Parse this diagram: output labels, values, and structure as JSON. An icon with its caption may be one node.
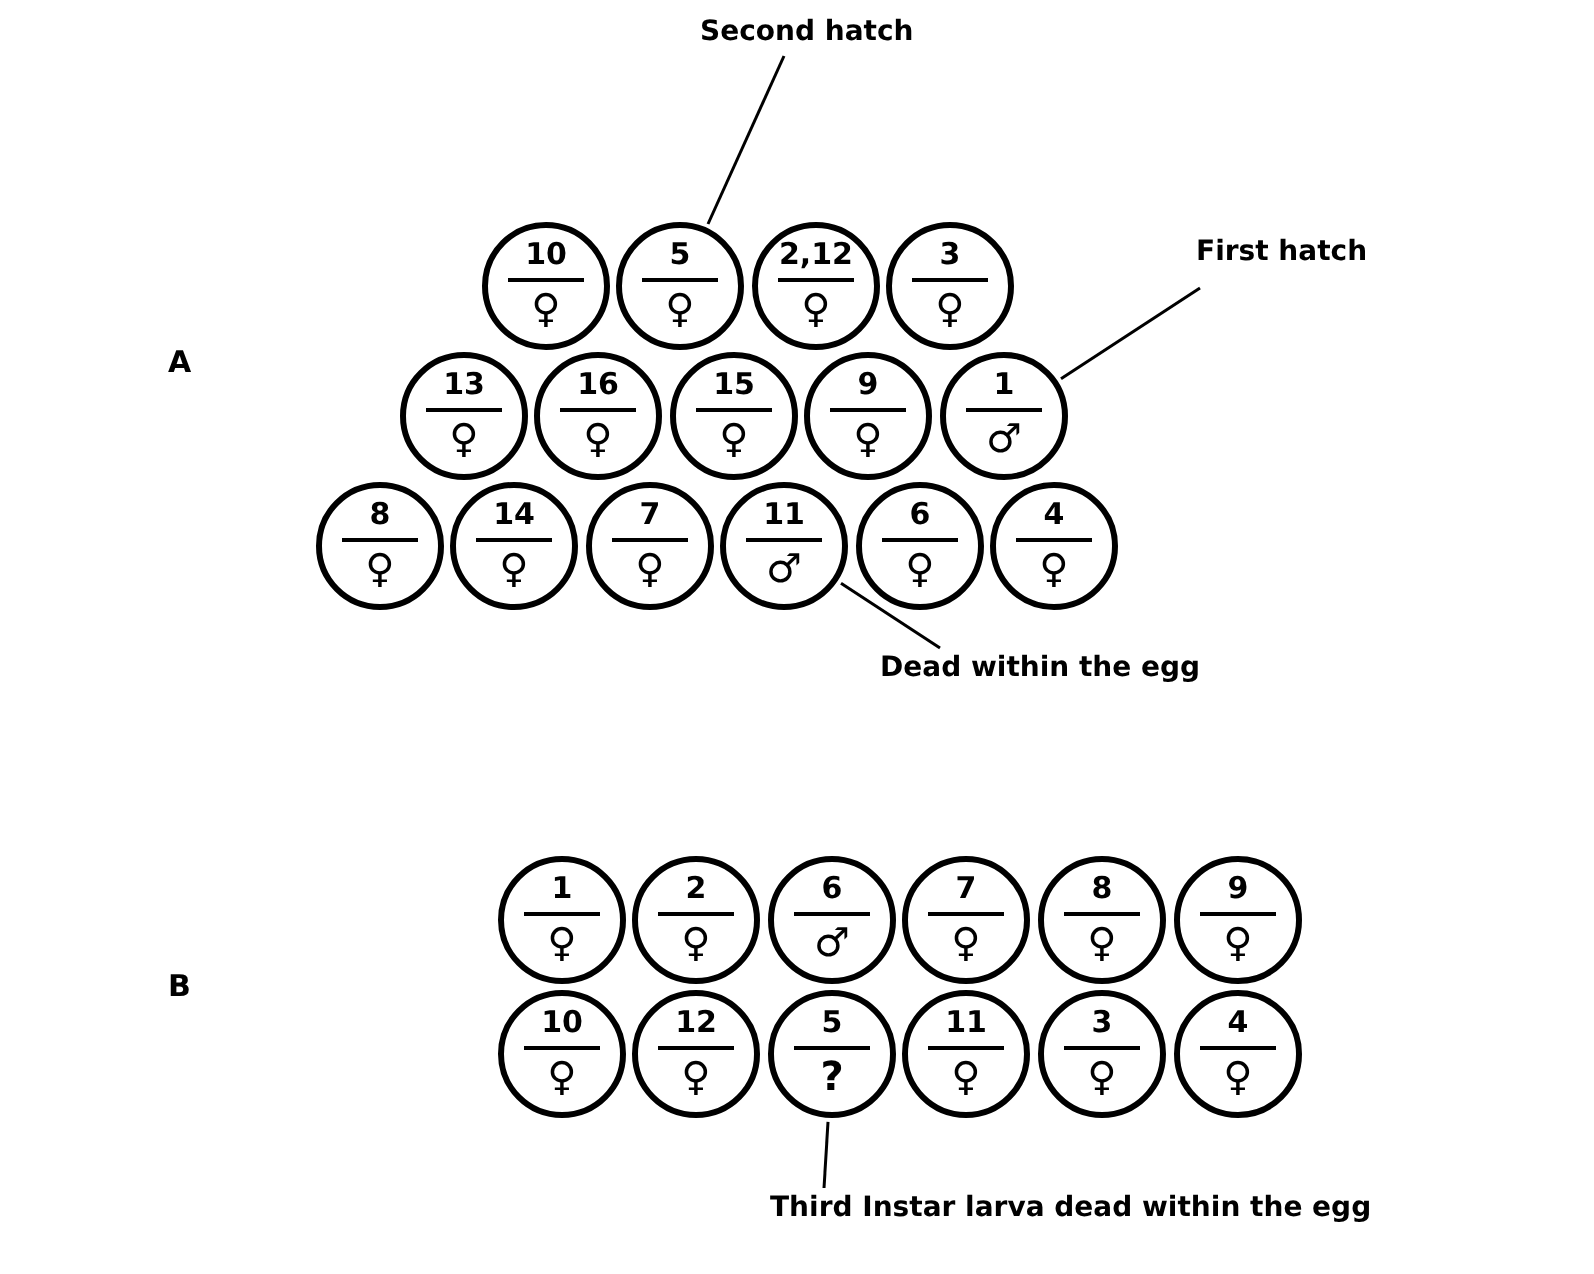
{
  "diagram": {
    "nodes": [
      {
        "text": [
          "Second hatch"
        ]
      },
      {
        "text": [
          "10",
          "♀"
        ]
      },
      {
        "text": [
          "5",
          "♀"
        ]
      },
      {
        "text": [
          "2,12",
          "♀"
        ]
      },
      {
        "text": [
          "3",
          "♀"
        ]
      },
      {
        "text": [
          "First hatch"
        ]
      },
      {
        "text": [
          "13",
          "♀"
        ]
      },
      {
        "text": [
          "16",
          "♀"
        ]
      },
      {
        "text": [
          "15",
          "♀"
        ]
      },
      {
        "text": [
          "9",
          "♀"
        ]
      },
      {
        "text": [
          "1",
          "♂"
        ]
      },
      {
        "text": [
          "8",
          "♀"
        ]
      },
      {
        "text": [
          "14",
          "♀"
        ]
      },
      {
        "text": [
          "7",
          "♀"
        ]
      },
      {
        "text": [
          "11",
          "♂"
        ]
      },
      {
        "text": [
          "6",
          "♀"
        ]
      },
      {
        "text": [
          "4",
          "♀"
        ]
      },
      {
        "text": [
          "Dead within the egg"
        ]
      },
      {
        "text": [
          "1",
          "♀"
        ]
      },
      {
        "text": [
          "2",
          "♀"
        ]
      },
      {
        "text": [
          "6",
          "♂"
        ]
      },
      {
        "text": [
          "7",
          "♀"
        ]
      },
      {
        "text": [
          "8",
          "♀"
        ]
      },
      {
        "text": [
          "9",
          "♀"
        ]
      },
      {
        "text": [
          "10",
          "♀"
        ]
      },
      {
        "text": [
          "12",
          "♀"
        ]
      },
      {
        "text": [
          "5",
          "?"
        ]
      },
      {
        "text": [
          "11",
          "♀"
        ]
      },
      {
        "text": [
          "3",
          "♀"
        ]
      },
      {
        "text": [
          "4",
          "♀"
        ]
      },
      {
        "text": [
          "Third Instar larva dead within the egg"
        ]
      }
    ],
    "edges": [
      {
        "from": 0,
        "to": 2,
        "arrow": "none"
      },
      {
        "from": 5,
        "to": 10,
        "arrow": "none"
      },
      {
        "from": 17,
        "to": 14,
        "arrow": "none"
      },
      {
        "from": 30,
        "to": 26,
        "arrow": "none"
      }
    ],
    "labels": [
      "A",
      "B"
    ]
  }
}
